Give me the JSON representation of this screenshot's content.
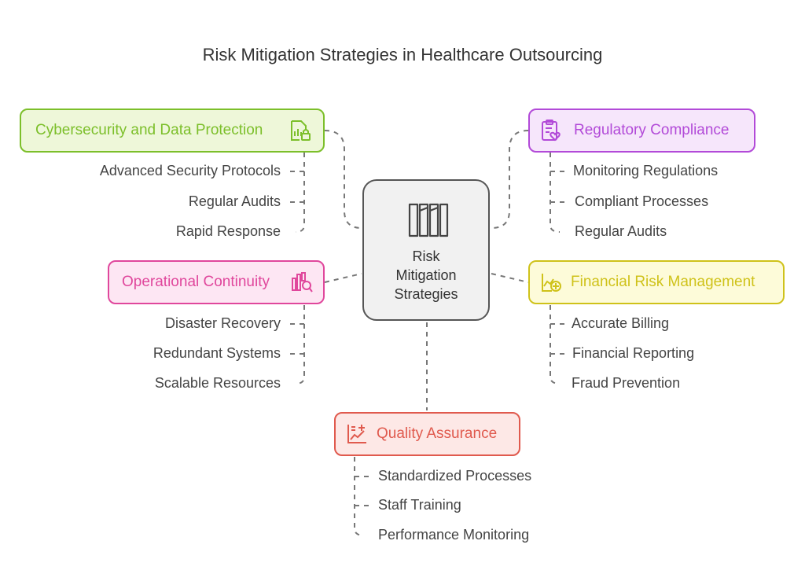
{
  "title": "Risk Mitigation Strategies in Healthcare Outsourcing",
  "center": {
    "line1": "Risk",
    "line2": "Mitigation",
    "line3": "Strategies",
    "icon": "columns-icon"
  },
  "colors": {
    "cyber": "#7cbf2a",
    "cyber_bg": "#eef7d9",
    "regulatory": "#b24ad8",
    "regulatory_bg": "#f6e6fb",
    "operational": "#e0479c",
    "operational_bg": "#fde6f3",
    "financial": "#cfc21a",
    "financial_bg": "#fdfbd9",
    "quality": "#e05a4e",
    "quality_bg": "#fde8e6",
    "connector": "#777777"
  },
  "branches": {
    "cyber": {
      "label": "Cybersecurity and Data Protection",
      "icon": "data-lock-icon",
      "items": [
        "Advanced Security Protocols",
        "Regular Audits",
        "Rapid Response"
      ]
    },
    "regulatory": {
      "label": "Regulatory Compliance",
      "icon": "clipboard-heart-icon",
      "items": [
        "Monitoring Regulations",
        "Compliant Processes",
        "Regular Audits"
      ]
    },
    "operational": {
      "label": "Operational Continuity",
      "icon": "search-chart-icon",
      "items": [
        "Disaster Recovery",
        "Redundant Systems",
        "Scalable Resources"
      ]
    },
    "financial": {
      "label": "Financial Risk Management",
      "icon": "chart-plus-icon",
      "items": [
        "Accurate Billing",
        "Financial Reporting",
        "Fraud Prevention"
      ]
    },
    "quality": {
      "label": "Quality Assurance",
      "icon": "trend-plus-icon",
      "items": [
        "Standardized Processes",
        "Staff Training",
        "Performance Monitoring"
      ]
    }
  }
}
